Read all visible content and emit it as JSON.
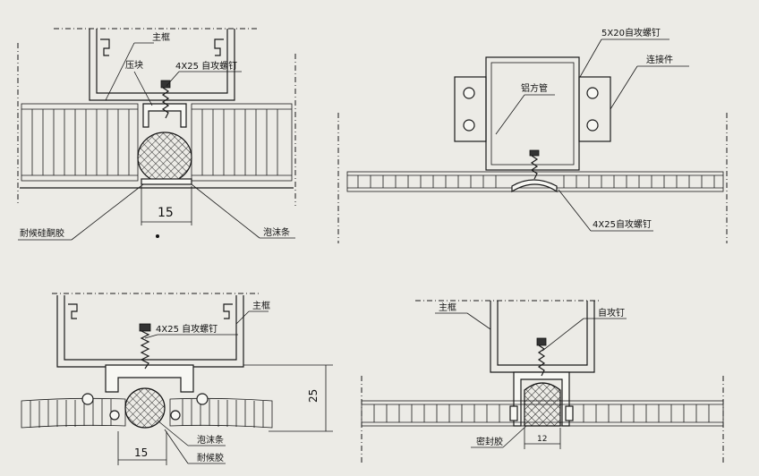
{
  "background_color": "#ecebe6",
  "line_color": "#1a1a1a",
  "top_left": {
    "main_frame": "主框",
    "pressure_block": "压块",
    "screw": "4X25 自攻螺钉",
    "dimension": "15",
    "sealant": "耐候硅酮胶",
    "foam_strip": "泡沫条"
  },
  "top_right": {
    "screw_top": "5X20自攻螺钉",
    "connector": "连接件",
    "aluminum_tube": "铝方管",
    "screw_bottom": "4X25自攻螺钉"
  },
  "bottom_left": {
    "main_frame": "主框",
    "screw": "4X25 自攻螺钉",
    "dimension_height": "25",
    "dimension_width": "15",
    "foam_strip": "泡沫条",
    "sealant": "耐候胶"
  },
  "bottom_right": {
    "main_frame": "主框",
    "screw": "自攻钉",
    "sealant": "密封胶",
    "dimension": "12"
  }
}
